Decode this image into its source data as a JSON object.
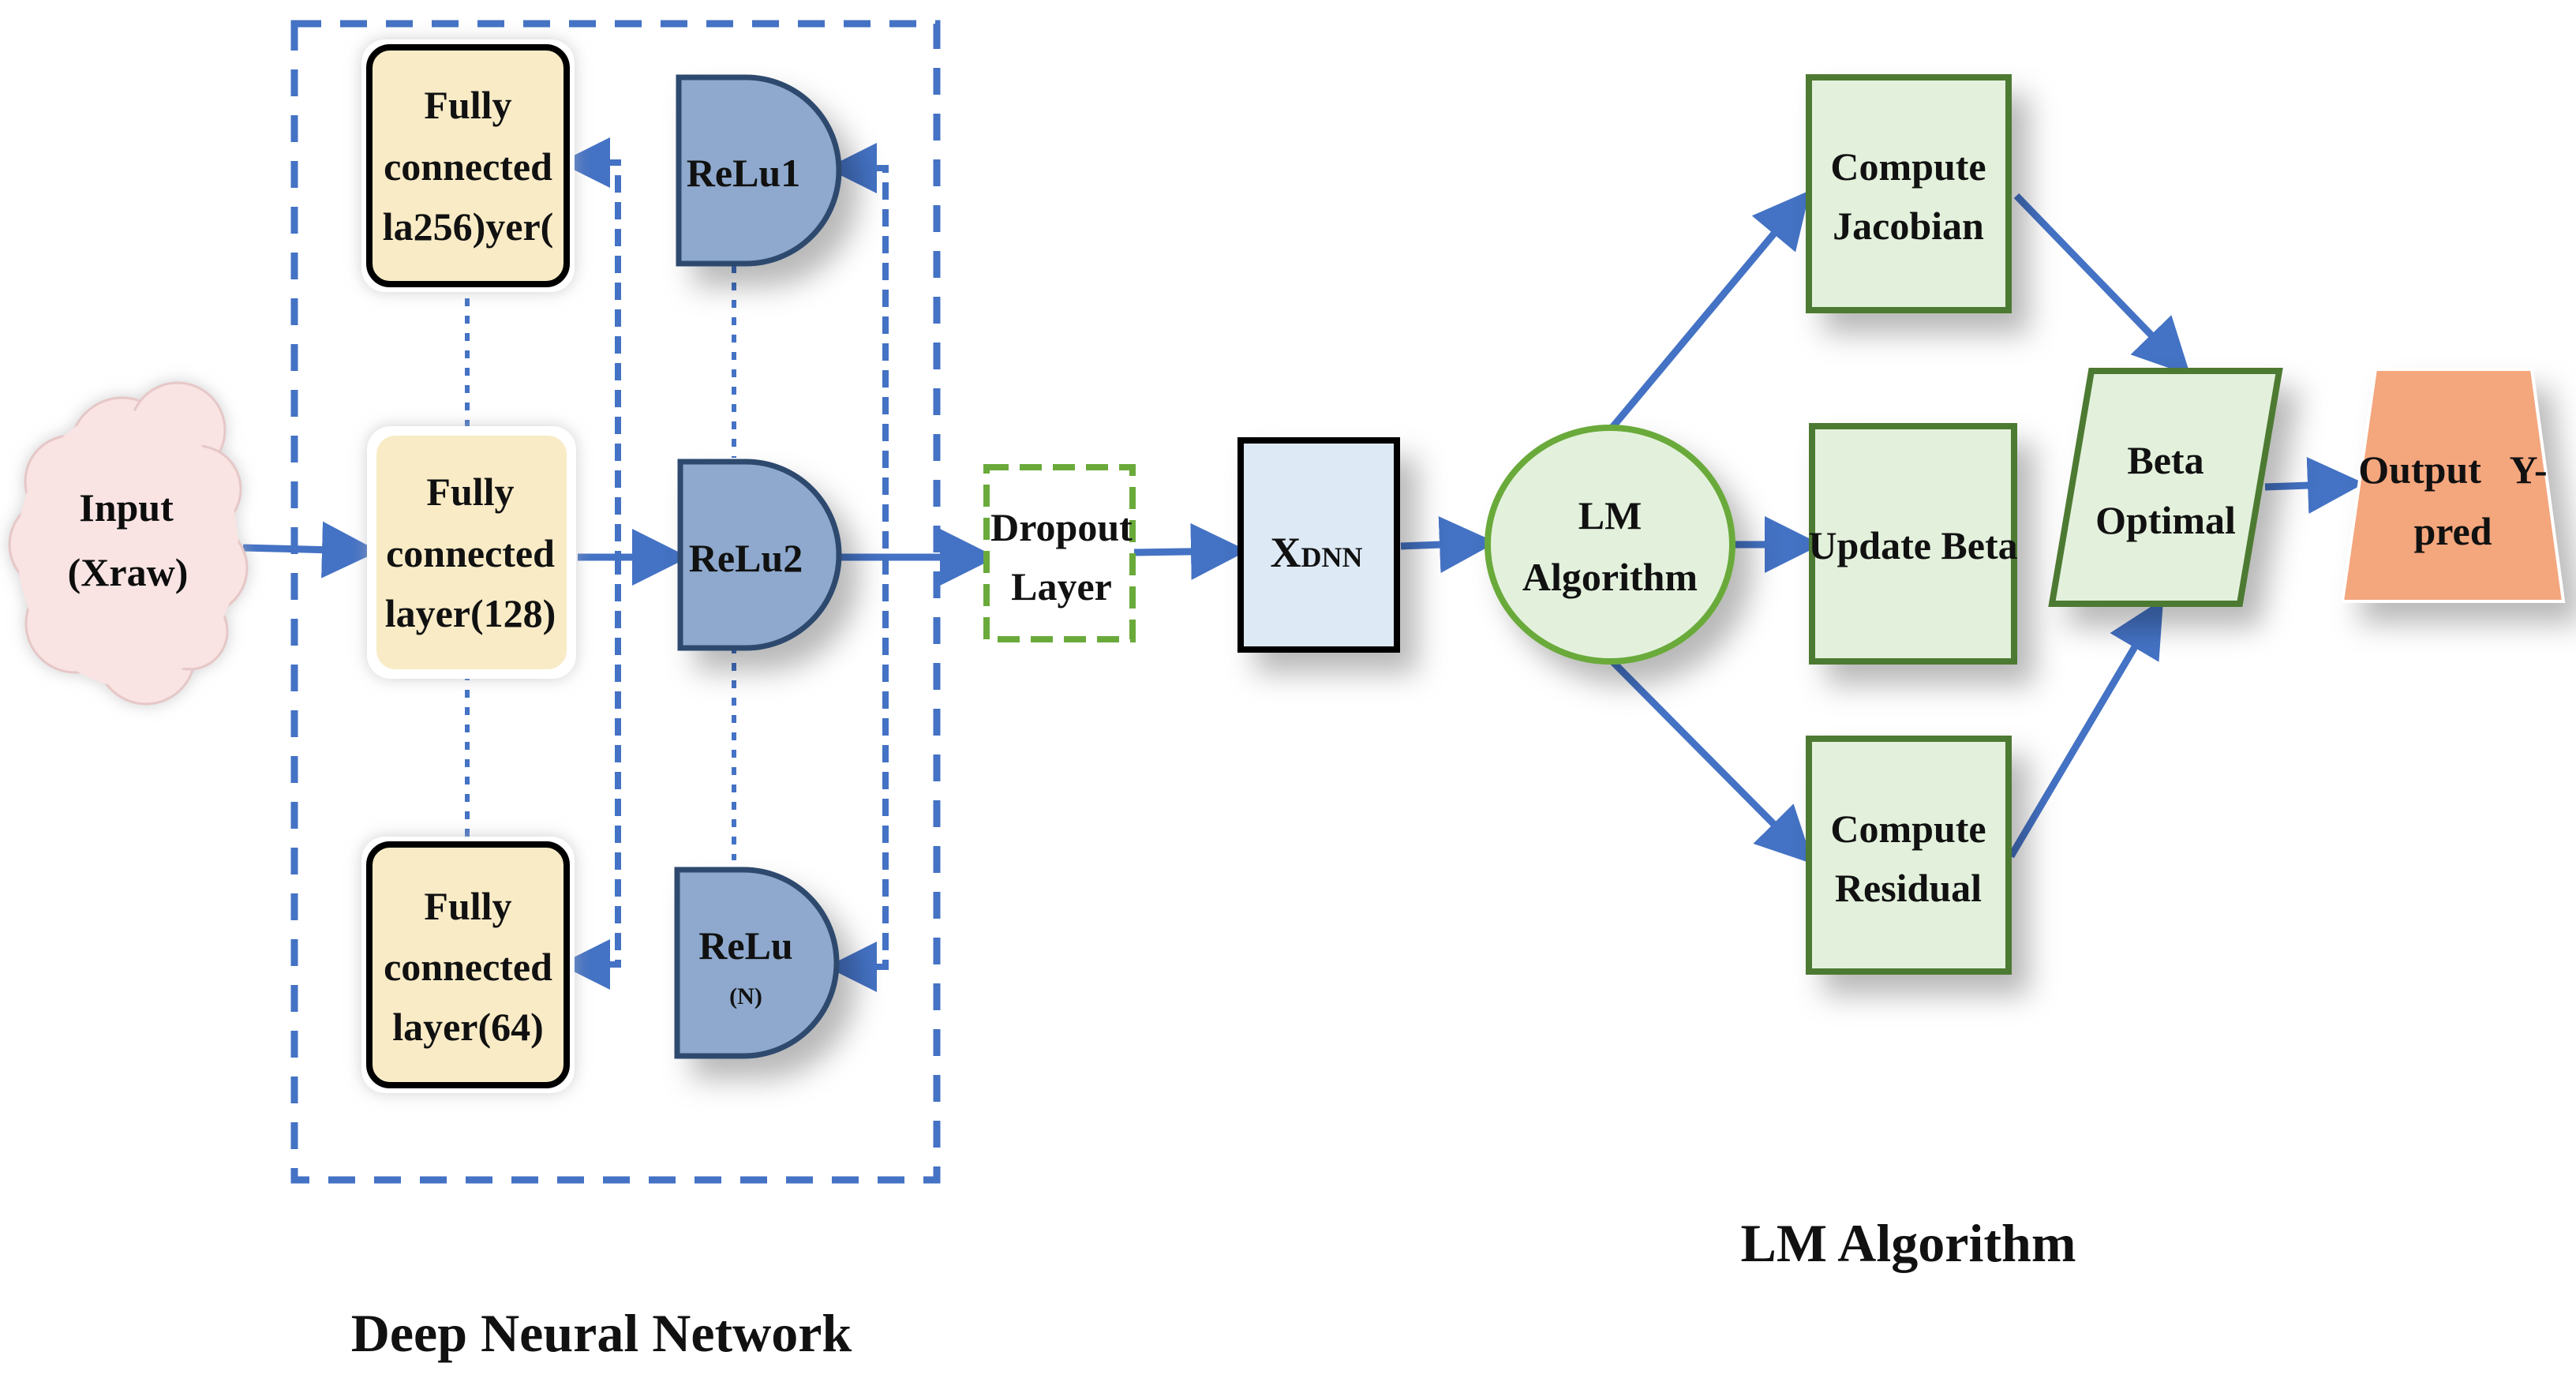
{
  "colors": {
    "arrow": "#4472c4",
    "fc_fill": "#f8ebc6",
    "relu_fill": "#8ea9cd",
    "relu_stroke": "#2f4a6e",
    "green_fill": "#e3f1dc",
    "green_stroke": "#4e7a33",
    "dropout_stroke": "#6aaa3b",
    "xdnn_fill": "#dde9f5",
    "output_fill": "#f4a67d",
    "cloud_fill": "#f9e3e3"
  },
  "input": {
    "line1": "Input",
    "line2": "(Xraw)"
  },
  "dnn": {
    "caption": "Deep Neural Network",
    "fc1": {
      "line1": "Fully",
      "line2": "connected",
      "line3": "la256)yer("
    },
    "fc2": {
      "line1": "Fully",
      "line2": "connected",
      "line3": "layer(128)"
    },
    "fc3": {
      "line1": "Fully",
      "line2": "connected",
      "line3": "layer(64)"
    },
    "relu1": {
      "label": "ReLu1"
    },
    "relu2": {
      "label": "ReLu2"
    },
    "relun": {
      "label": "ReLu",
      "sub": "(N)"
    }
  },
  "dropout": {
    "line1": "Dropout",
    "line2": "Layer"
  },
  "xdnn": {
    "main": "X",
    "sub": "DNN"
  },
  "lm": {
    "caption": "LM Algorithm",
    "ellipse": {
      "line1": "LM",
      "line2": "Algorithm"
    },
    "jacobian": {
      "line1": "Compute",
      "line2": "Jacobian"
    },
    "update": {
      "label": "Update Beta"
    },
    "residual": {
      "line1": "Compute",
      "line2": "Residual"
    },
    "beta": {
      "line1": "Beta",
      "line2": "Optimal"
    }
  },
  "output": {
    "line1": "Output   Y-",
    "line2": "pred"
  }
}
